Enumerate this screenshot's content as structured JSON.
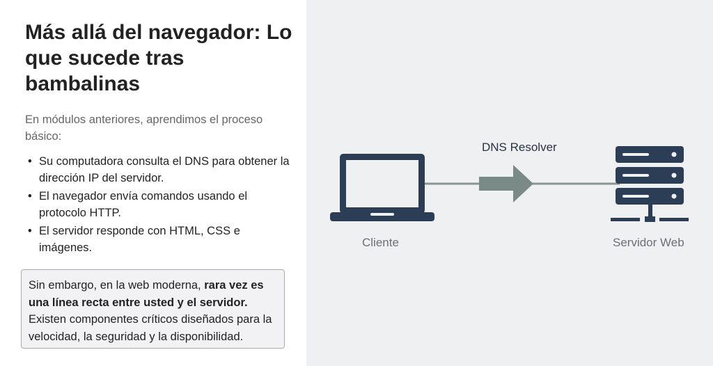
{
  "title": "Más allá del navegador: Lo que sucede tras bambalinas",
  "intro": "En módulos anteriores, aprendimos el proceso básico:",
  "bullets": [
    "Su computadora consulta el DNS para obtener la dirección IP del servidor.",
    "El navegador envía comandos usando el protocolo HTTP.",
    "El servidor responde con HTML, CSS e imágenes."
  ],
  "callout": {
    "normal_1": "Sin embargo, en la web moderna, ",
    "bold": "rara vez es una línea recta entre usted y el servidor.",
    "normal_2": " Existen componentes críticos diseñados para la velocidad, la seguridad y la disponibilidad."
  },
  "diagram": {
    "arrow_label": "DNS Resolver",
    "client_label": "Cliente",
    "server_label": "Servidor Web",
    "colors": {
      "icon": "#2c3e55",
      "arrow": "#7a8a86",
      "line": "#8a9592"
    }
  }
}
